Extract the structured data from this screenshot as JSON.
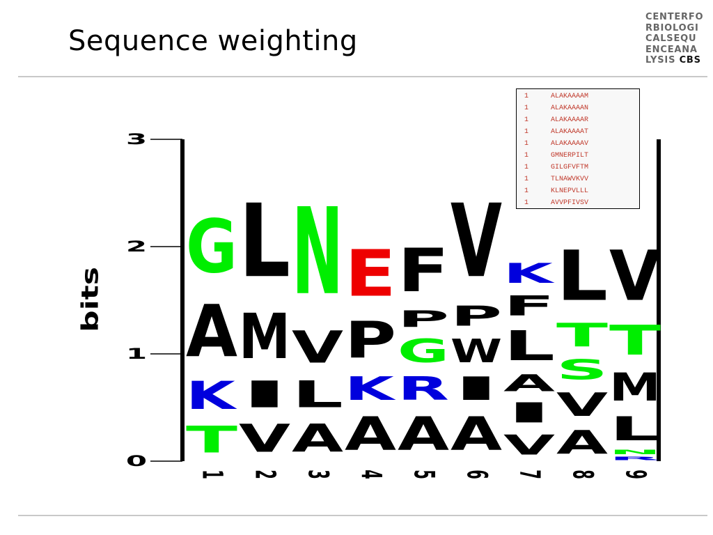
{
  "slide": {
    "title": "Sequence weighting",
    "logo_lines": [
      "CENTERFO",
      "RBIOLOGI",
      "CALSEQU",
      "ENCEANA",
      "LYSIS "
    ],
    "logo_suffix": "CBS"
  },
  "sequences": [
    {
      "weight": "1",
      "seq": "ALAKAAAAM"
    },
    {
      "weight": "1",
      "seq": "ALAKAAAAN"
    },
    {
      "weight": "1",
      "seq": "ALAKAAAAR"
    },
    {
      "weight": "1",
      "seq": "ALAKAAAAT"
    },
    {
      "weight": "1",
      "seq": "ALAKAAAAV"
    },
    {
      "weight": "1",
      "seq": "GMNERPILT"
    },
    {
      "weight": "1",
      "seq": "GILGFVFTM"
    },
    {
      "weight": "1",
      "seq": "TLNAWVKVV"
    },
    {
      "weight": "1",
      "seq": "KLNEPVLLL"
    },
    {
      "weight": "1",
      "seq": "AVVPFIVSV"
    }
  ],
  "chart_data": {
    "type": "sequence-logo",
    "ylabel": "bits",
    "ylim": [
      0,
      3
    ],
    "yticks": [
      "0",
      "1",
      "2",
      "3"
    ],
    "positions": [
      "1",
      "2",
      "3",
      "4",
      "5",
      "6",
      "7",
      "8",
      "9"
    ],
    "colors": {
      "black": "#000000",
      "green": "#00ee00",
      "blue": "#0000dd",
      "red": "#ee0000"
    },
    "stacks": [
      [
        {
          "l": "T",
          "c": "green",
          "lo": 0,
          "hi": 0.4
        },
        {
          "l": "K",
          "c": "blue",
          "lo": 0.4,
          "hi": 0.82
        },
        {
          "l": "A",
          "c": "black",
          "lo": 0.82,
          "hi": 1.6
        },
        {
          "l": "G",
          "c": "green",
          "lo": 1.6,
          "hi": 2.4
        }
      ],
      [
        {
          "l": "V",
          "c": "black",
          "lo": 0,
          "hi": 0.42
        },
        {
          "l": "I",
          "c": "black",
          "lo": 0.42,
          "hi": 0.82
        },
        {
          "l": "M",
          "c": "black",
          "lo": 0.82,
          "hi": 1.5
        },
        {
          "l": "L",
          "c": "black",
          "lo": 1.5,
          "hi": 2.6
        }
      ],
      [
        {
          "l": "A",
          "c": "black",
          "lo": 0,
          "hi": 0.42
        },
        {
          "l": "L",
          "c": "black",
          "lo": 0.42,
          "hi": 0.82
        },
        {
          "l": "V",
          "c": "black",
          "lo": 0.82,
          "hi": 1.3
        },
        {
          "l": "N",
          "c": "green",
          "lo": 1.3,
          "hi": 2.6
        }
      ],
      [
        {
          "l": "A",
          "c": "black",
          "lo": 0,
          "hi": 0.5
        },
        {
          "l": "K",
          "c": "blue",
          "lo": 0.5,
          "hi": 0.85
        },
        {
          "l": "P",
          "c": "black",
          "lo": 0.85,
          "hi": 1.4
        },
        {
          "l": "E",
          "c": "red",
          "lo": 1.4,
          "hi": 2.1
        }
      ],
      [
        {
          "l": "A",
          "c": "black",
          "lo": 0,
          "hi": 0.5
        },
        {
          "l": "R",
          "c": "blue",
          "lo": 0.5,
          "hi": 0.85
        },
        {
          "l": "G",
          "c": "green",
          "lo": 0.85,
          "hi": 1.2
        },
        {
          "l": "P",
          "c": "black",
          "lo": 1.2,
          "hi": 1.45
        },
        {
          "l": "F",
          "c": "black",
          "lo": 1.45,
          "hi": 2.1
        }
      ],
      [
        {
          "l": "A",
          "c": "black",
          "lo": 0,
          "hi": 0.5
        },
        {
          "l": "I",
          "c": "black",
          "lo": 0.5,
          "hi": 0.85
        },
        {
          "l": "W",
          "c": "black",
          "lo": 0.85,
          "hi": 1.2
        },
        {
          "l": "P",
          "c": "black",
          "lo": 1.2,
          "hi": 1.5
        },
        {
          "l": "V",
          "c": "black",
          "lo": 1.5,
          "hi": 2.6
        }
      ],
      [
        {
          "l": "V",
          "c": "black",
          "lo": 0,
          "hi": 0.3
        },
        {
          "l": "I",
          "c": "black",
          "lo": 0.3,
          "hi": 0.6
        },
        {
          "l": "A",
          "c": "black",
          "lo": 0.6,
          "hi": 0.85
        },
        {
          "l": "L",
          "c": "black",
          "lo": 0.85,
          "hi": 1.3
        },
        {
          "l": "F",
          "c": "black",
          "lo": 1.3,
          "hi": 1.6
        },
        {
          "l": "K",
          "c": "blue",
          "lo": 1.6,
          "hi": 1.9
        }
      ],
      [
        {
          "l": "A",
          "c": "black",
          "lo": 0,
          "hi": 0.35
        },
        {
          "l": "V",
          "c": "black",
          "lo": 0.35,
          "hi": 0.7
        },
        {
          "l": "S",
          "c": "green",
          "lo": 0.7,
          "hi": 1.0
        },
        {
          "l": "T",
          "c": "green",
          "lo": 1.0,
          "hi": 1.35
        },
        {
          "l": "L",
          "c": "black",
          "lo": 1.35,
          "hi": 2.1
        }
      ],
      [
        {
          "l": "R",
          "c": "blue",
          "lo": 0,
          "hi": 0.05
        },
        {
          "l": "N",
          "c": "green",
          "lo": 0.05,
          "hi": 0.12
        },
        {
          "l": "L",
          "c": "black",
          "lo": 0.12,
          "hi": 0.48
        },
        {
          "l": "M",
          "c": "black",
          "lo": 0.48,
          "hi": 0.9
        },
        {
          "l": "T",
          "c": "green",
          "lo": 0.9,
          "hi": 1.35
        },
        {
          "l": "V",
          "c": "black",
          "lo": 1.35,
          "hi": 2.1
        }
      ]
    ]
  }
}
